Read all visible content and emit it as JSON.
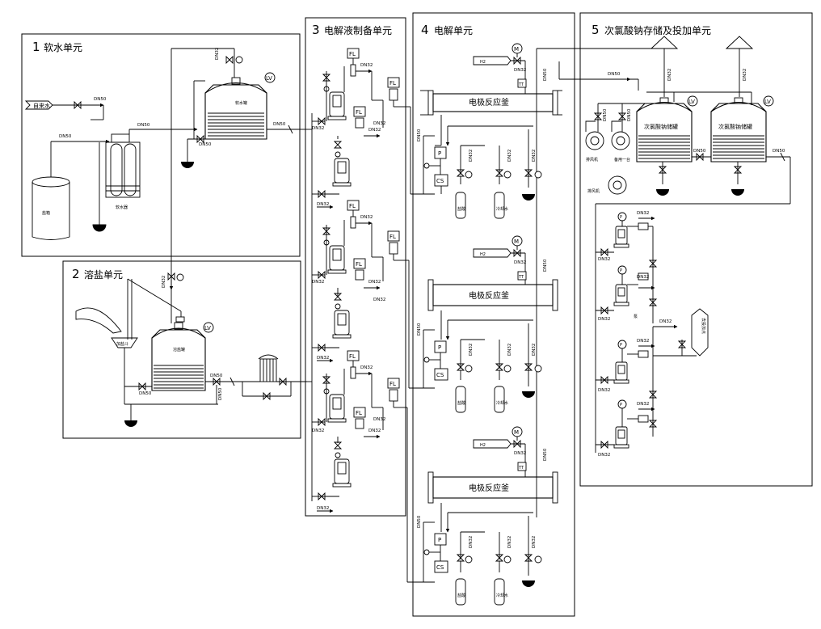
{
  "units": [
    {
      "id": "u1",
      "num": "1",
      "title": "软水单元"
    },
    {
      "id": "u2",
      "num": "2",
      "title": "溶盐单元"
    },
    {
      "id": "u3",
      "num": "3",
      "title": "电解液制备单元"
    },
    {
      "id": "u4",
      "num": "4",
      "title": "电解单元"
    },
    {
      "id": "u5",
      "num": "5",
      "title": "次氯酸钠存储及投加单元"
    }
  ],
  "labels": {
    "dn50": "DN50",
    "dn32": "DN32",
    "fl": "FL",
    "lv": "LV",
    "p": "P",
    "cs": "CS",
    "m": "M",
    "tt": "TT",
    "reactor": "电极反应釜",
    "soft_tank": "软水罐",
    "brine_tank": "溶盐罐",
    "naclo_tank": "次氯酸钠储罐",
    "tap_water": "自来水",
    "salt_box": "加盐斗",
    "softener": "软水器",
    "salt_tank": "盐箱",
    "blower": "排风机",
    "standby": "备用一台",
    "dosing_point": "去投加点",
    "cooling": "冷却水",
    "hcl": "盐酸",
    "h2_tag": "H2",
    "pump_tag": "泵"
  }
}
